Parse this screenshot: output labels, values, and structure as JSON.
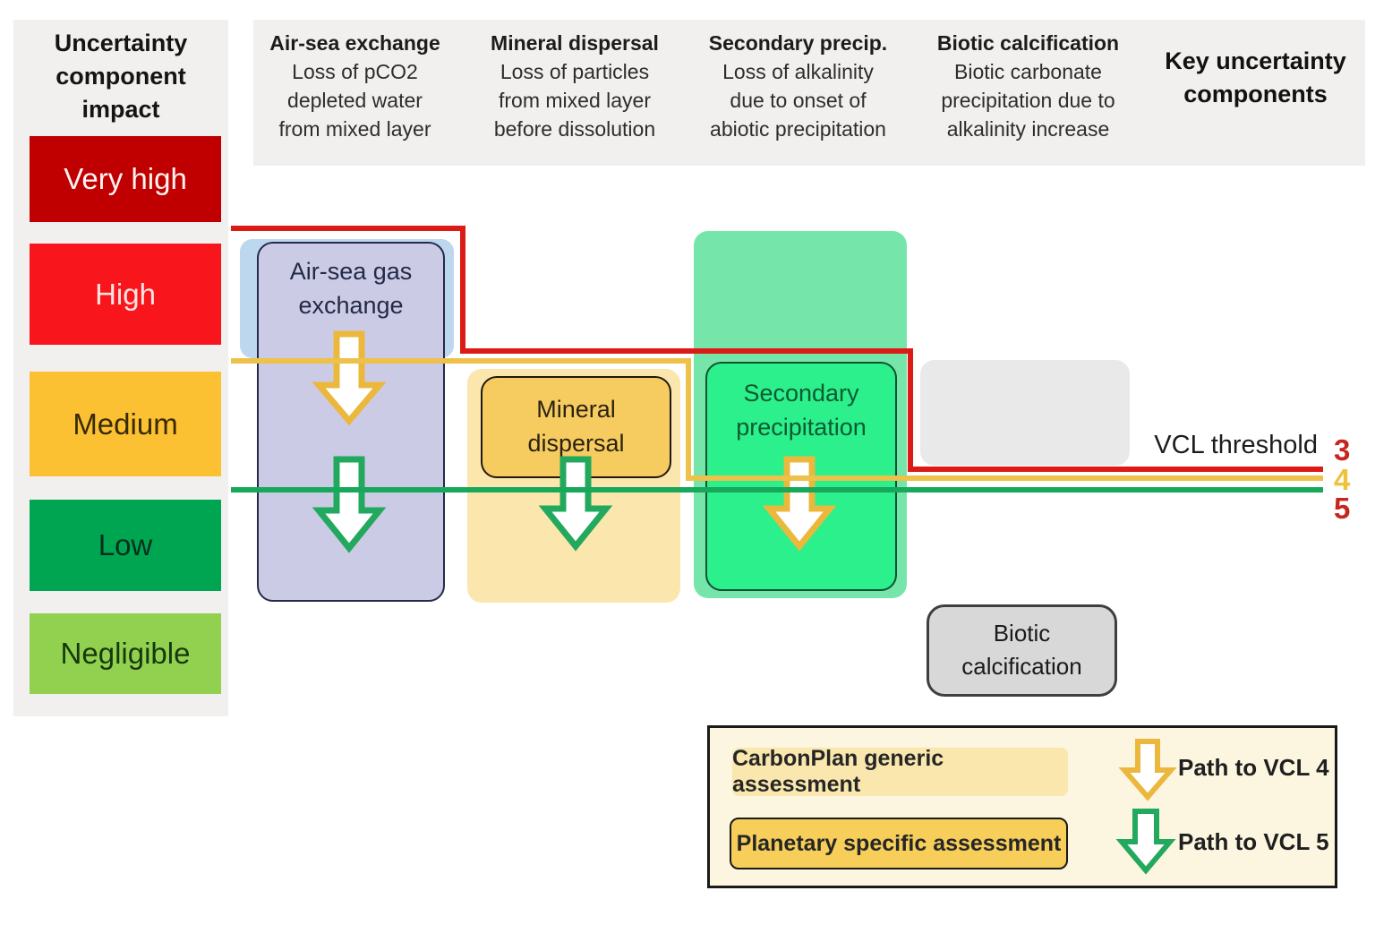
{
  "left_panel": {
    "title_lines": [
      "Uncertainty",
      "component",
      "impact"
    ],
    "bg": "#f1f0ef",
    "levels": [
      {
        "label": "Very high",
        "bg": "#c00000",
        "fg": "#fdf4f2"
      },
      {
        "label": "High",
        "bg": "#f8151c",
        "fg": "#ffe4e1"
      },
      {
        "label": "Medium",
        "bg": "#fcc133",
        "fg": "#372a04"
      },
      {
        "label": "Low",
        "bg": "#00a551",
        "fg": "#04301b"
      },
      {
        "label": "Negligible",
        "bg": "#92d050",
        "fg": "#16380d"
      }
    ]
  },
  "header": {
    "bg": "#f1f0ef",
    "columns": [
      {
        "title": "Air-sea exchange",
        "lines": [
          "Loss of pCO2",
          "depleted water",
          "from mixed layer"
        ]
      },
      {
        "title": "Mineral dispersal",
        "lines": [
          "Loss of particles",
          "from mixed layer",
          "before dissolution"
        ]
      },
      {
        "title": "Secondary precip.",
        "lines": [
          "Loss of alkalinity",
          "due to onset of",
          "abiotic precipitation"
        ]
      },
      {
        "title": "Biotic calcification",
        "lines": [
          "Biotic carbonate",
          "precipitation due to",
          "alkalinity increase"
        ]
      }
    ],
    "key_title_lines": [
      "Key uncertainty",
      "components"
    ]
  },
  "nodes": {
    "air_sea": {
      "lines": [
        "Air-sea gas",
        "exchange"
      ],
      "bg": "#cbcbe6",
      "border": "#252a4a",
      "fg": "#232946",
      "halo_bg": "#bdd7ee"
    },
    "mineral": {
      "lines": [
        "Mineral",
        "dispersal"
      ],
      "bg": "#f6cb5f",
      "border": "#1f1a10",
      "fg": "#2b2310",
      "halo_bg": "#fbe7ad"
    },
    "secondary": {
      "lines": [
        "Secondary",
        "precipitation"
      ],
      "bg": "#2bf08c",
      "border": "#0f5132",
      "fg": "#0e5a31",
      "halo_bg": "#76e5a9"
    },
    "biotic": {
      "lines": [
        "Biotic",
        "calcification"
      ],
      "bg": "#d8d8d8",
      "border": "#3f3f3f",
      "fg": "#1a1a1a"
    },
    "empty_gray": {
      "bg": "#e9e9e9"
    }
  },
  "vcl": {
    "label": "VCL threshold",
    "numbers": [
      {
        "value": "3",
        "color": "#c5271f"
      },
      {
        "value": "4",
        "color": "#eec23c"
      },
      {
        "value": "5",
        "color": "#c5271f"
      }
    ],
    "line_colors": {
      "vcl3": "#dc1b17",
      "vcl4": "#edc14a",
      "vcl5": "#17a85b"
    }
  },
  "legend": {
    "bg": "#fcf5df",
    "generic": {
      "label": "CarbonPlan generic assessment",
      "bg": "#fae7ae"
    },
    "specific": {
      "label": "Planetary specific assessment",
      "bg": "#f6ce59"
    },
    "path4": {
      "label": "Path to VCL 4",
      "arrow_color": "#ebb83d"
    },
    "path5": {
      "label": "Path to VCL 5",
      "arrow_color": "#22a95e"
    }
  }
}
